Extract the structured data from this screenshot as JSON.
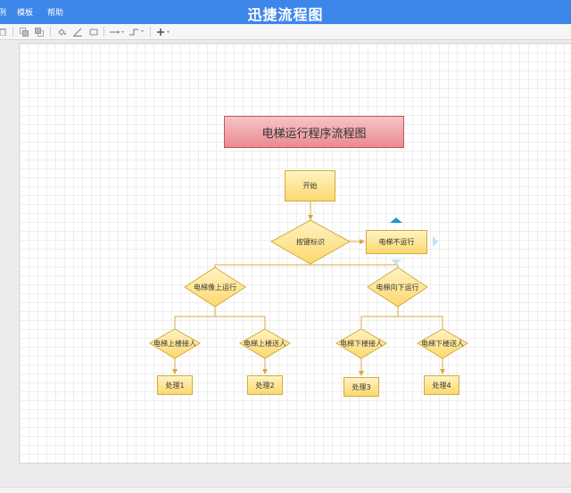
{
  "app": {
    "title": "迅捷流程图",
    "menu": [
      "例",
      "模板",
      "帮助"
    ]
  },
  "toolbar": {
    "icons": [
      "delete-icon",
      "to-front-icon",
      "to-back-icon",
      "fill-color-icon",
      "line-color-icon",
      "shadow-icon",
      "connector-style-icon",
      "waypoint-style-icon",
      "insert-icon"
    ]
  },
  "diagram": {
    "title": "电梯运行程序流程图",
    "start": "开始",
    "decision_main": "按键标识",
    "stop": "电梯不运行",
    "up": "电梯像上运行",
    "down": "电梯向下运行",
    "up_pick": "电梯上楼接人",
    "up_drop": "电梯上楼送人",
    "down_pick": "电梯下楼接人",
    "down_drop": "电梯下楼送人",
    "p1": "处理1",
    "p2": "处理2",
    "p3": "处理3",
    "p4": "处理4"
  },
  "colors": {
    "titlebar": "#3e87ea",
    "node_fill_top": "#fff3c4",
    "node_fill_bottom": "#fcd86e",
    "node_border": "#d4ab3c",
    "title_fill": "#e98a90",
    "selection_arrow": "#1b9ad6"
  }
}
